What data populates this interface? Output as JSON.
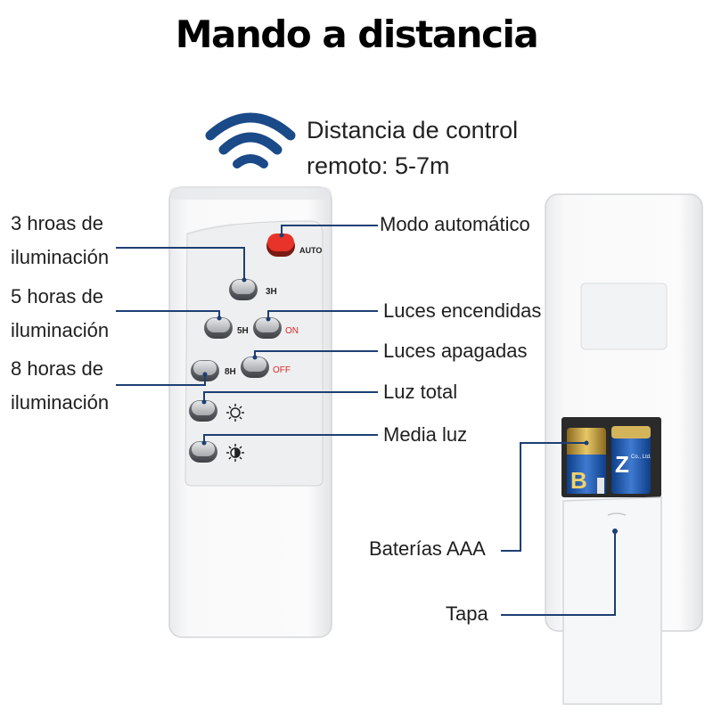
{
  "title": "Mando a distancia",
  "control_range": {
    "line1": "Distancia de control",
    "line2": "remoto: 5-7m"
  },
  "left_labels": [
    {
      "line1": "3 hroas de",
      "line2": "iluminación"
    },
    {
      "line1": "5 horas de",
      "line2": "iluminación"
    },
    {
      "line1": "8 horas de",
      "line2": "iluminación"
    }
  ],
  "right_labels": {
    "auto_mode": "Modo automático",
    "lights_on": "Luces encendidas",
    "lights_off": "Luces apagadas",
    "full_light": "Luz total",
    "half_light": "Media luz",
    "batteries": "Baterías AAA",
    "cover": "Tapa"
  },
  "buttons": {
    "auto": "AUTO",
    "h3": "3H",
    "h5": "5H",
    "on": "ON",
    "h8": "8H",
    "off": "OFF"
  },
  "battery_text": {
    "brand_a": "B",
    "brand_b": "Z",
    "mark": "Co., Ltd."
  },
  "colors": {
    "callout": "#1d3f73",
    "wifi": "#1b4a88",
    "auto_button": "#e8332a",
    "on_off_text": "#d42b2b"
  },
  "icons": {
    "wifi": "wifi-signal-icon",
    "full_light": "sun-icon",
    "half_light": "half-sun-icon"
  }
}
